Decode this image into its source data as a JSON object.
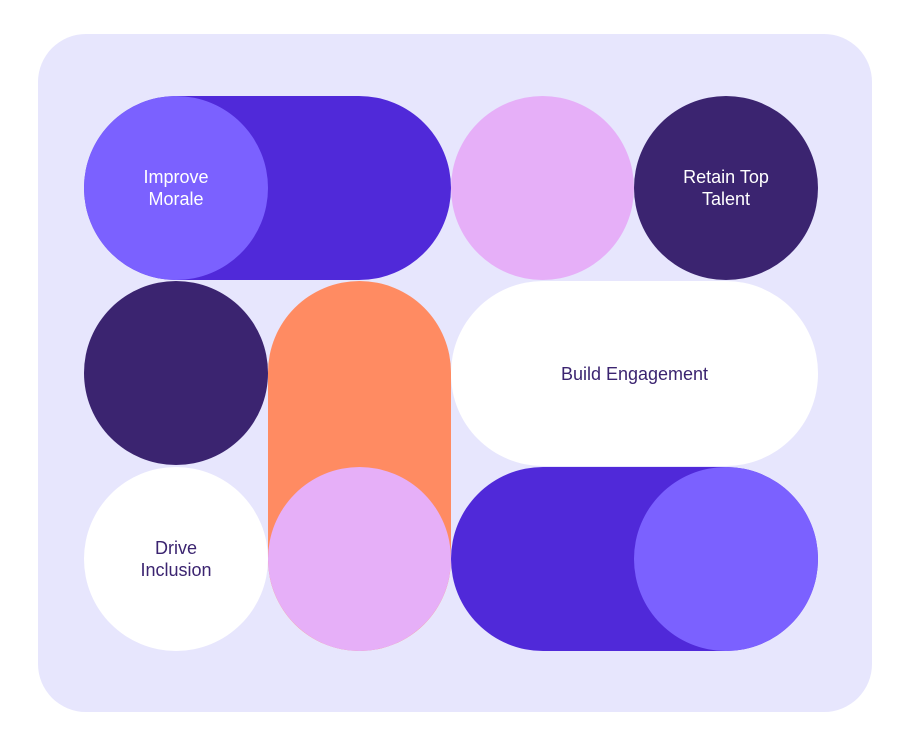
{
  "colors": {
    "background": "#ffffff",
    "panel": "#e7e6fd",
    "violet_deep": "#5029d9",
    "violet_light": "#7b61ff",
    "pink": "#e6aff8",
    "navy": "#3b2470",
    "orange": "#ff8b62",
    "white": "#ffffff",
    "text_dark": "#3b2470",
    "text_light": "#ffffff"
  },
  "labels": {
    "improve_morale": "Improve\nMorale",
    "retain_top_talent": "Retain Top\nTalent",
    "build_engagement": "Build Engagement",
    "drive_inclusion": "Drive\nInclusion"
  }
}
